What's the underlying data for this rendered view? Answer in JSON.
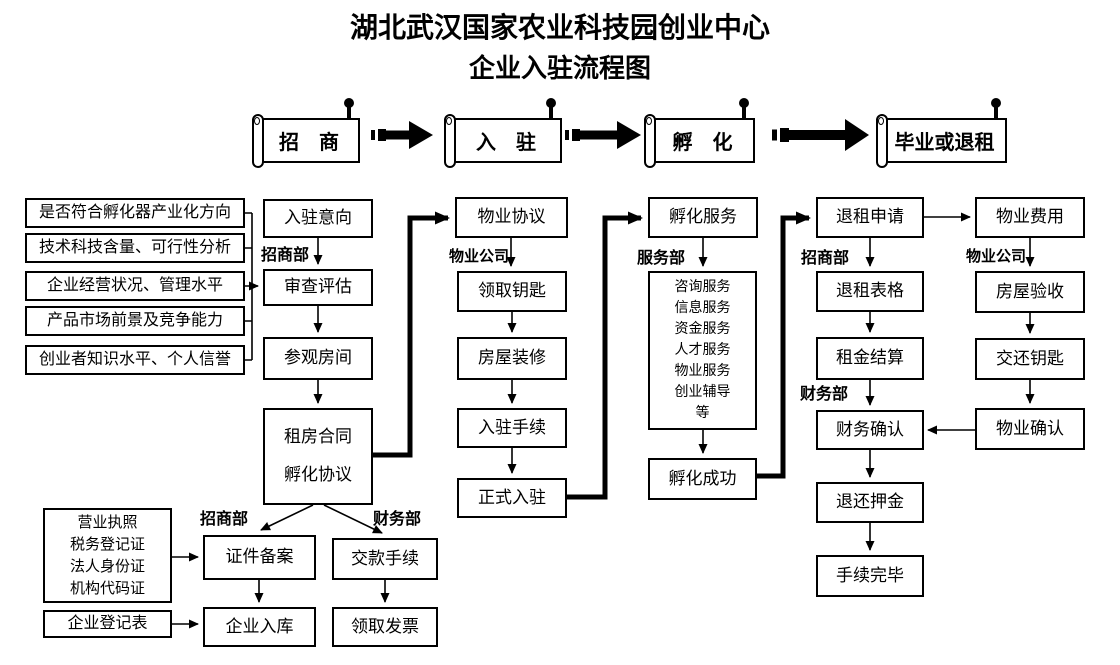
{
  "colors": {
    "ink": "#000000",
    "paper": "#ffffff"
  },
  "title": {
    "line1": "湖北武汉国家农业科技园创业中心",
    "line2": "企业入驻流程图"
  },
  "phases": {
    "zhaoshang": "招　商",
    "ruzhu": "入　驻",
    "fuhua": "孵　化",
    "biye": "毕业或退租"
  },
  "admission": {
    "criteria": [
      "是否符合孵化器产业化方向",
      "技术科技含量、可行性分析",
      "企业经营状况、管理水平",
      "产品市场前景及竞争能力",
      "创业者知识水平、个人信誉"
    ],
    "intent": "入驻意向",
    "dept_marketing": "招商部",
    "review": "审查评估",
    "visit": "参观房间",
    "contract_line1": "租房合同",
    "contract_line2": "孵化协议",
    "dept_marketing2": "招商部",
    "dept_finance": "财务部",
    "docs": [
      "营业执照",
      "税务登记证",
      "法人身份证",
      "机构代码证"
    ],
    "registration_form": "企业登记表",
    "credential_filing": "证件备案",
    "company_intake": "企业入库",
    "payment": "交款手续",
    "invoice": "领取发票"
  },
  "entry": {
    "property_agreement": "物业协议",
    "dept_property": "物业公司",
    "get_keys": "领取钥匙",
    "renovation": "房屋装修",
    "procedures": "入驻手续",
    "official": "正式入驻"
  },
  "incubation": {
    "service": "孵化服务",
    "dept_service": "服务部",
    "services": [
      "咨询服务",
      "信息服务",
      "资金服务",
      "人才服务",
      "物业服务",
      "创业辅导",
      "等"
    ],
    "success": "孵化成功"
  },
  "exit_admin": {
    "apply": "退租申请",
    "dept_marketing": "招商部",
    "form": "退租表格",
    "rent_settle": "租金结算",
    "dept_finance": "财务部",
    "finance_confirm": "财务确认",
    "deposit_refund": "退还押金",
    "complete": "手续完毕"
  },
  "exit_property": {
    "fees": "物业费用",
    "dept_property": "物业公司",
    "inspection": "房屋验收",
    "return_keys": "交还钥匙",
    "confirm": "物业确认"
  }
}
